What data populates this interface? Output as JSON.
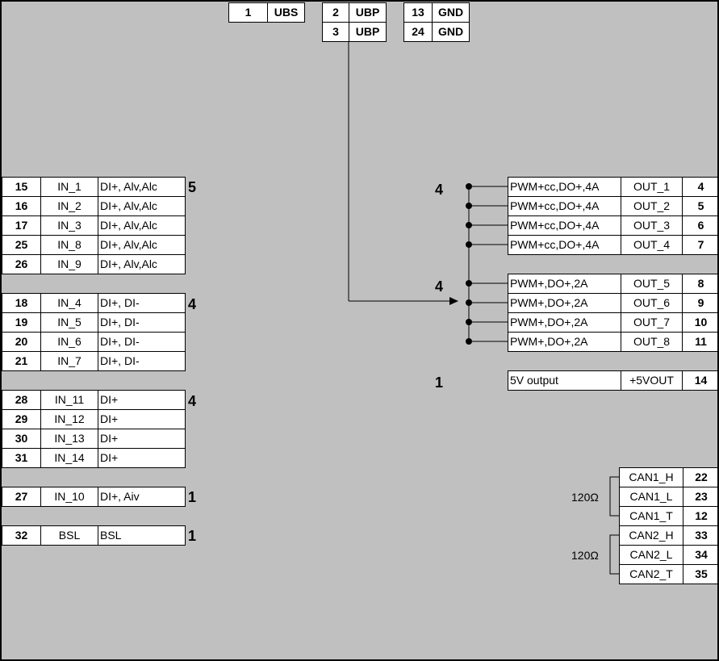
{
  "power": [
    {
      "pin": "1",
      "name": "UBS"
    },
    {
      "pin": "2",
      "name": "UBP"
    },
    {
      "pin": "3",
      "name": "UBP"
    },
    {
      "pin": "13",
      "name": "GND"
    },
    {
      "pin": "24",
      "name": "GND"
    }
  ],
  "inputs": [
    {
      "pin": "15",
      "name": "IN_1",
      "func": "DI+, Alv,Alc"
    },
    {
      "pin": "16",
      "name": "IN_2",
      "func": "DI+, Alv,Alc"
    },
    {
      "pin": "17",
      "name": "IN_3",
      "func": "DI+, Alv,Alc"
    },
    {
      "pin": "25",
      "name": "IN_8",
      "func": "DI+, Alv,Alc"
    },
    {
      "pin": "26",
      "name": "IN_9",
      "func": "DI+, Alv,Alc"
    },
    {
      "pin": "18",
      "name": "IN_4",
      "func": "DI+, DI-"
    },
    {
      "pin": "19",
      "name": "IN_5",
      "func": "DI+, DI-"
    },
    {
      "pin": "20",
      "name": "IN_6",
      "func": "DI+, DI-"
    },
    {
      "pin": "21",
      "name": "IN_7",
      "func": "DI+, DI-"
    },
    {
      "pin": "28",
      "name": "IN_11",
      "func": "DI+"
    },
    {
      "pin": "29",
      "name": "IN_12",
      "func": "DI+"
    },
    {
      "pin": "30",
      "name": "IN_13",
      "func": "DI+"
    },
    {
      "pin": "31",
      "name": "IN_14",
      "func": "DI+"
    },
    {
      "pin": "27",
      "name": "IN_10",
      "func": "DI+, Aiv"
    },
    {
      "pin": "32",
      "name": "BSL",
      "func": "BSL"
    }
  ],
  "input_counts": [
    "5",
    "4",
    "4",
    "1",
    "1"
  ],
  "outputs": [
    {
      "func": "PWM+cc,DO+,4A",
      "name": "OUT_1",
      "pin": "4"
    },
    {
      "func": "PWM+cc,DO+,4A",
      "name": "OUT_2",
      "pin": "5"
    },
    {
      "func": "PWM+cc,DO+,4A",
      "name": "OUT_3",
      "pin": "6"
    },
    {
      "func": "PWM+cc,DO+,4A",
      "name": "OUT_4",
      "pin": "7"
    },
    {
      "func": "PWM+,DO+,2A",
      "name": "OUT_5",
      "pin": "8"
    },
    {
      "func": "PWM+,DO+,2A",
      "name": "OUT_6",
      "pin": "9"
    },
    {
      "func": "PWM+,DO+,2A",
      "name": "OUT_7",
      "pin": "10"
    },
    {
      "func": "PWM+,DO+,2A",
      "name": "OUT_8",
      "pin": "11"
    },
    {
      "func": "5V output",
      "name": "+5VOUT",
      "pin": "14"
    }
  ],
  "output_counts": [
    "4",
    "4",
    "1"
  ],
  "can": [
    {
      "name": "CAN1_H",
      "pin": "22"
    },
    {
      "name": "CAN1_L",
      "pin": "23"
    },
    {
      "name": "CAN1_T",
      "pin": "12"
    },
    {
      "name": "CAN2_H",
      "pin": "33"
    },
    {
      "name": "CAN2_L",
      "pin": "34"
    },
    {
      "name": "CAN2_T",
      "pin": "35"
    }
  ],
  "can_resistors": [
    "120Ω",
    "120Ω"
  ]
}
